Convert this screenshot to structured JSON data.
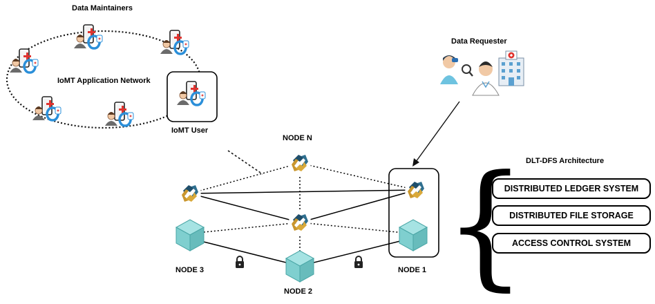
{
  "labels": {
    "data_maintainers": "Data Maintainers",
    "iomt_network": "IoMT Application Network",
    "iomt_user": "IoMT User",
    "data_requester": "Data Requester",
    "node_n": "NODE N",
    "node_1": "NODE 1",
    "node_2": "NODE 2",
    "node_3": "NODE 3",
    "architecture_title": "DLT-DFS Architecture"
  },
  "architecture_components": [
    "DISTRIBUTED LEDGER SYSTEM",
    "DISTRIBUTED FILE STORAGE",
    "ACCESS CONTROL SYSTEM"
  ],
  "colors": {
    "cube_fill": "#7fcfcf",
    "cube_stroke": "#4aa6a6",
    "chain_gold": "#c9962e",
    "chain_teal": "#1f4e6b",
    "phone_red": "#e0332f",
    "phone_blue": "#2b8fd9"
  }
}
